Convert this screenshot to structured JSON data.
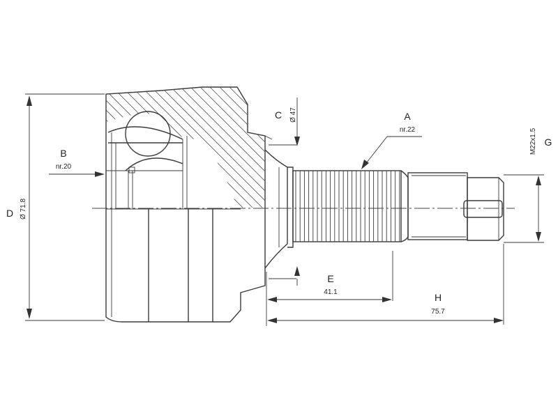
{
  "labels": {
    "A": "A",
    "A_sub": "nr.22",
    "B": "B",
    "B_sub": "nr.20",
    "C": "C",
    "C_val": "Ø 47",
    "D": "D",
    "D_val": "Ø 71.8",
    "E": "E",
    "E_val": "41.1",
    "G": "G",
    "G_val": "M22x1.5",
    "H": "H",
    "H_val": "75.7"
  }
}
